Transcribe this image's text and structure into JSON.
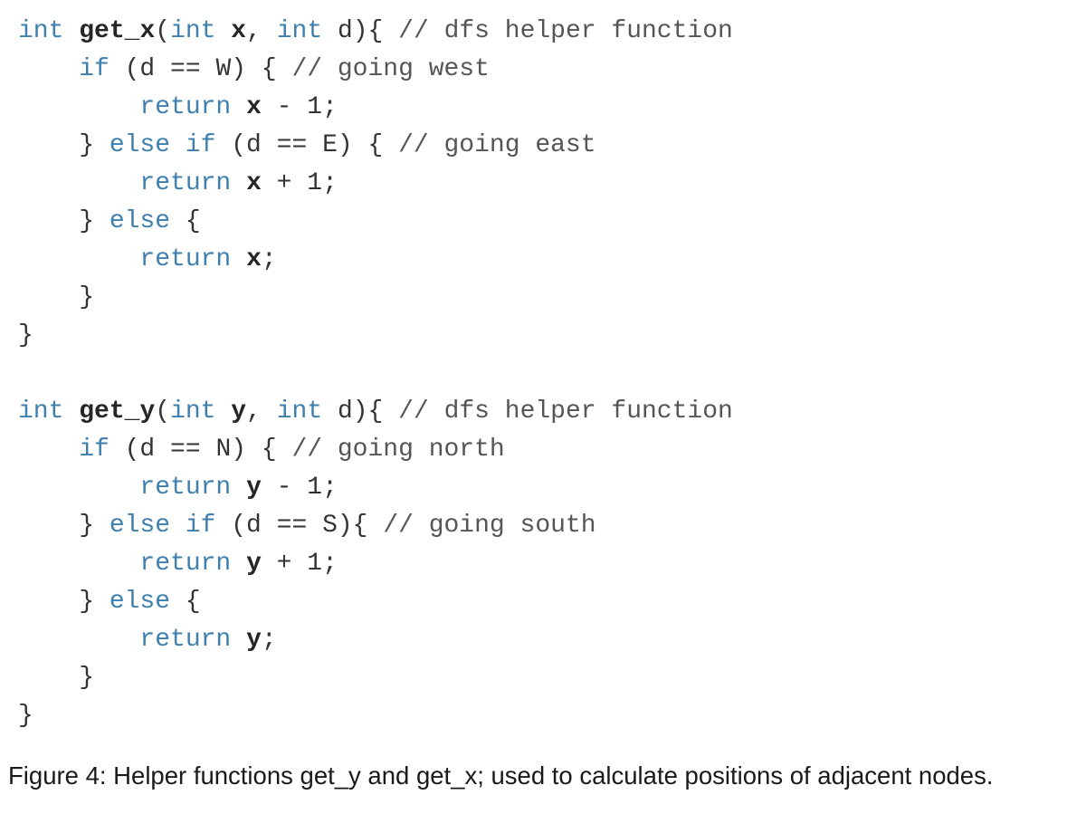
{
  "code": {
    "lines": [
      {
        "tokens": [
          {
            "t": "int",
            "k": "kw"
          },
          {
            "t": " ",
            "k": "pl"
          },
          {
            "t": "get_x",
            "k": "id"
          },
          {
            "t": "(",
            "k": "pl"
          },
          {
            "t": "int",
            "k": "kw"
          },
          {
            "t": " ",
            "k": "pl"
          },
          {
            "t": "x",
            "k": "id"
          },
          {
            "t": ", ",
            "k": "pl"
          },
          {
            "t": "int",
            "k": "kw"
          },
          {
            "t": " d){ ",
            "k": "pl"
          },
          {
            "t": "// dfs helper function",
            "k": "cm"
          }
        ]
      },
      {
        "tokens": [
          {
            "t": "    ",
            "k": "pl"
          },
          {
            "t": "if",
            "k": "kw"
          },
          {
            "t": " (d == W) { ",
            "k": "pl"
          },
          {
            "t": "// going west",
            "k": "cm"
          }
        ]
      },
      {
        "tokens": [
          {
            "t": "        ",
            "k": "pl"
          },
          {
            "t": "return",
            "k": "kw"
          },
          {
            "t": " ",
            "k": "pl"
          },
          {
            "t": "x",
            "k": "id"
          },
          {
            "t": " - 1;",
            "k": "pl"
          }
        ]
      },
      {
        "tokens": [
          {
            "t": "    } ",
            "k": "pl"
          },
          {
            "t": "else if",
            "k": "kw"
          },
          {
            "t": " (d == E) { ",
            "k": "pl"
          },
          {
            "t": "// going east",
            "k": "cm"
          }
        ]
      },
      {
        "tokens": [
          {
            "t": "        ",
            "k": "pl"
          },
          {
            "t": "return",
            "k": "kw"
          },
          {
            "t": " ",
            "k": "pl"
          },
          {
            "t": "x",
            "k": "id"
          },
          {
            "t": " + 1;",
            "k": "pl"
          }
        ]
      },
      {
        "tokens": [
          {
            "t": "    } ",
            "k": "pl"
          },
          {
            "t": "else",
            "k": "kw"
          },
          {
            "t": " {",
            "k": "pl"
          }
        ]
      },
      {
        "tokens": [
          {
            "t": "        ",
            "k": "pl"
          },
          {
            "t": "return",
            "k": "kw"
          },
          {
            "t": " ",
            "k": "pl"
          },
          {
            "t": "x",
            "k": "id"
          },
          {
            "t": ";",
            "k": "pl"
          }
        ]
      },
      {
        "tokens": [
          {
            "t": "    }",
            "k": "pl"
          }
        ]
      },
      {
        "tokens": [
          {
            "t": "}",
            "k": "pl"
          }
        ]
      },
      {
        "tokens": [
          {
            "t": "",
            "k": "pl"
          }
        ]
      },
      {
        "tokens": [
          {
            "t": "int",
            "k": "kw"
          },
          {
            "t": " ",
            "k": "pl"
          },
          {
            "t": "get_y",
            "k": "id"
          },
          {
            "t": "(",
            "k": "pl"
          },
          {
            "t": "int",
            "k": "kw"
          },
          {
            "t": " ",
            "k": "pl"
          },
          {
            "t": "y",
            "k": "id"
          },
          {
            "t": ", ",
            "k": "pl"
          },
          {
            "t": "int",
            "k": "kw"
          },
          {
            "t": " d){ ",
            "k": "pl"
          },
          {
            "t": "// dfs helper function",
            "k": "cm"
          }
        ]
      },
      {
        "tokens": [
          {
            "t": "    ",
            "k": "pl"
          },
          {
            "t": "if",
            "k": "kw"
          },
          {
            "t": " (d == N) { ",
            "k": "pl"
          },
          {
            "t": "// going north",
            "k": "cm"
          }
        ]
      },
      {
        "tokens": [
          {
            "t": "        ",
            "k": "pl"
          },
          {
            "t": "return",
            "k": "kw"
          },
          {
            "t": " ",
            "k": "pl"
          },
          {
            "t": "y",
            "k": "id"
          },
          {
            "t": " - 1;",
            "k": "pl"
          }
        ]
      },
      {
        "tokens": [
          {
            "t": "    } ",
            "k": "pl"
          },
          {
            "t": "else if",
            "k": "kw"
          },
          {
            "t": " (d == S){ ",
            "k": "pl"
          },
          {
            "t": "// going south",
            "k": "cm"
          }
        ]
      },
      {
        "tokens": [
          {
            "t": "        ",
            "k": "pl"
          },
          {
            "t": "return",
            "k": "kw"
          },
          {
            "t": " ",
            "k": "pl"
          },
          {
            "t": "y",
            "k": "id"
          },
          {
            "t": " + 1;",
            "k": "pl"
          }
        ]
      },
      {
        "tokens": [
          {
            "t": "    } ",
            "k": "pl"
          },
          {
            "t": "else",
            "k": "kw"
          },
          {
            "t": " {",
            "k": "pl"
          }
        ]
      },
      {
        "tokens": [
          {
            "t": "        ",
            "k": "pl"
          },
          {
            "t": "return",
            "k": "kw"
          },
          {
            "t": " ",
            "k": "pl"
          },
          {
            "t": "y",
            "k": "id"
          },
          {
            "t": ";",
            "k": "pl"
          }
        ]
      },
      {
        "tokens": [
          {
            "t": "    }",
            "k": "pl"
          }
        ]
      },
      {
        "tokens": [
          {
            "t": "}",
            "k": "pl"
          }
        ]
      }
    ]
  },
  "caption": "Figure 4: Helper functions get_y and get_x; used to calculate positions of adjacent nodes.",
  "colors": {
    "keyword": "#3f7fae",
    "comment": "#555555",
    "identifier": "#262626",
    "plain": "#333333",
    "background": "#ffffff"
  }
}
